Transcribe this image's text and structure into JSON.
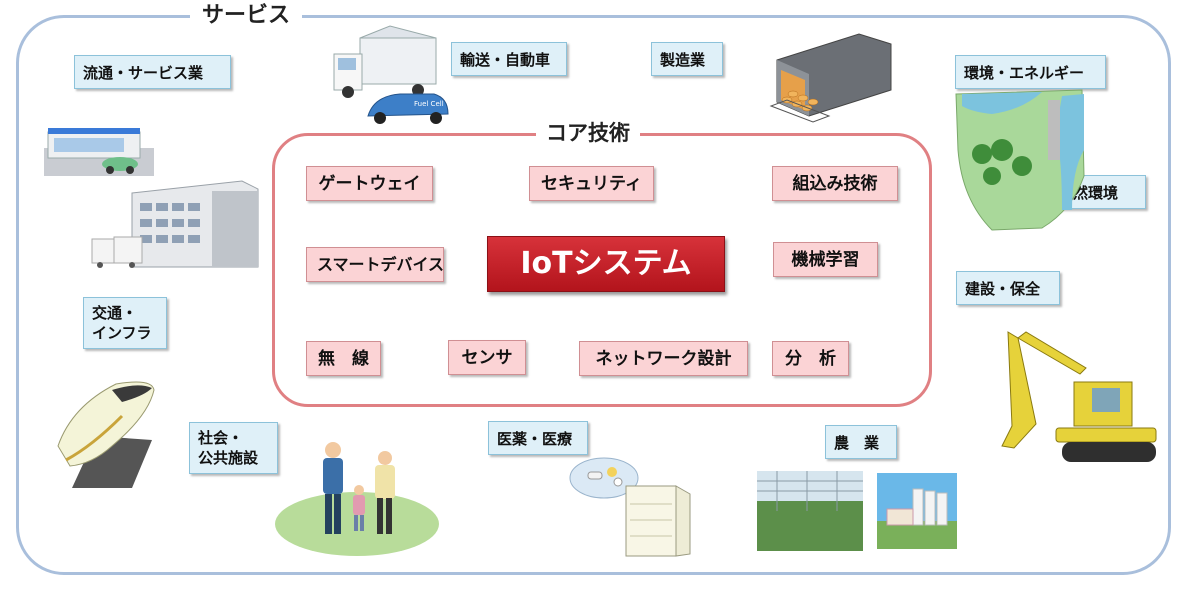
{
  "outer_title": "サービス",
  "core_title": "コア技術",
  "center_label": "IoTシステム",
  "tech": {
    "gateway": "ゲートウェイ",
    "security": "セキュリティ",
    "embedded": "組込み技術",
    "smart_device": "スマートデバイス",
    "machine_learning": "機械学習",
    "wireless": "無　線",
    "sensor": "センサ",
    "network": "ネットワーク設計",
    "analysis": "分　析"
  },
  "services": {
    "distribution": "流通・サービス業",
    "transport": "輸送・自動車",
    "manufacturing": "製造業",
    "environment": "環境・エネルギー",
    "nature": "自然環境",
    "traffic_line1": "交通・",
    "traffic_line2": "インフラ",
    "construction": "建設・保全",
    "social_line1": "社会・",
    "social_line2": "公共施設",
    "medical": "医薬・医療",
    "agriculture": "農　業"
  },
  "images": {
    "truck_sign": "Fuel Cell"
  }
}
